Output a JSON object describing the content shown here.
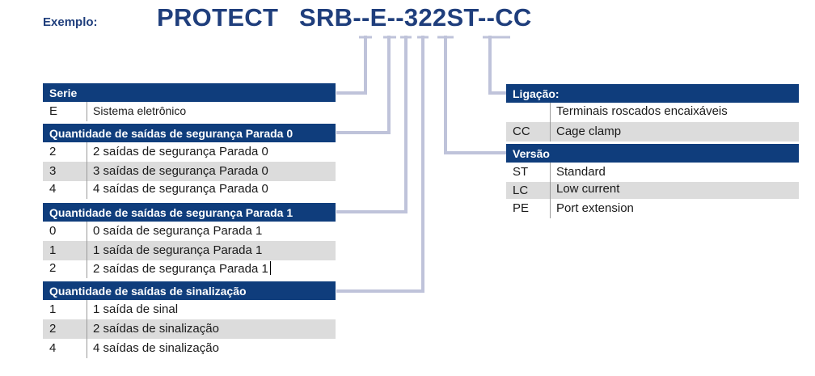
{
  "example_label": "Exemplo:",
  "product_name": "PROTECT",
  "model_code": "SRB--E--322ST--CC",
  "left_blocks": [
    {
      "title": "Serie",
      "rows": [
        {
          "code": "E",
          "desc": "Sistema eletrônico"
        }
      ]
    },
    {
      "title": "Quantidade de saídas de segurança Parada 0",
      "rows": [
        {
          "code": "2",
          "desc": "2 saídas de segurança Parada 0"
        },
        {
          "code": "3",
          "desc": "3 saídas de segurança Parada 0"
        },
        {
          "code": "4",
          "desc": "4 saídas de segurança Parada 0"
        }
      ]
    },
    {
      "title": "Quantidade de saídas de segurança Parada 1",
      "rows": [
        {
          "code": "0",
          "desc": "0 saída de segurança Parada 1"
        },
        {
          "code": "1",
          "desc": "1 saída de segurança Parada 1"
        },
        {
          "code": "2",
          "desc": "2 saídas de segurança Parada 1"
        }
      ]
    },
    {
      "title": "Quantidade de saídas de sinalização",
      "rows": [
        {
          "code": "1",
          "desc": "1 saída de sinal"
        },
        {
          "code": "2",
          "desc": "2 saídas de sinalização"
        },
        {
          "code": "4",
          "desc": "4 saídas de sinalização"
        }
      ]
    }
  ],
  "right_blocks": [
    {
      "title": "Ligação:",
      "rows": [
        {
          "code": "",
          "desc": "Terminais roscados encaixáveis"
        },
        {
          "code": "CC",
          "desc": "Cage clamp"
        }
      ]
    },
    {
      "title": "Versão",
      "rows": [
        {
          "code": "ST",
          "desc": "Standard"
        },
        {
          "code": "LC",
          "desc": "Low current"
        },
        {
          "code": "PE",
          "desc": "Port extension"
        }
      ]
    }
  ],
  "colors": {
    "header_bg": "#0f3d7c",
    "title_text": "#1f3e7c",
    "connector": "#bfc3da",
    "row_shade": "#dcdcdc"
  }
}
